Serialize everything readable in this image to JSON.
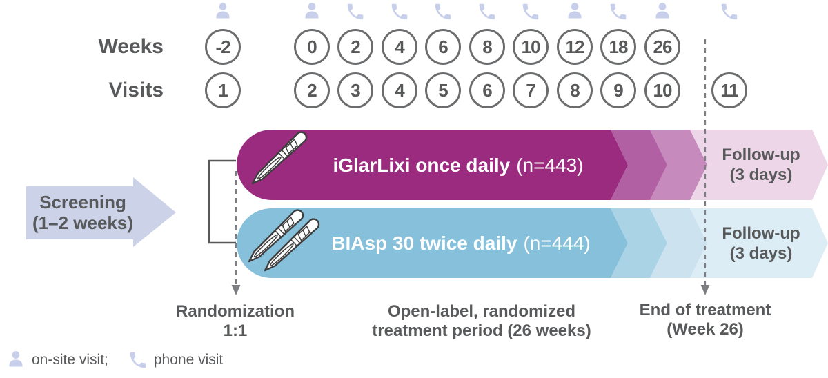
{
  "timeline": {
    "weeks_label": "Weeks",
    "visits_label": "Visits",
    "columns": [
      {
        "week": "-2",
        "visit": "1",
        "icon": "person"
      },
      {
        "week": "0",
        "visit": "2",
        "icon": "person"
      },
      {
        "week": "2",
        "visit": "3",
        "icon": "phone"
      },
      {
        "week": "4",
        "visit": "4",
        "icon": "phone"
      },
      {
        "week": "6",
        "visit": "5",
        "icon": "phone"
      },
      {
        "week": "8",
        "visit": "6",
        "icon": "phone"
      },
      {
        "week": "10",
        "visit": "7",
        "icon": "phone"
      },
      {
        "week": "12",
        "visit": "8",
        "icon": "person"
      },
      {
        "week": "18",
        "visit": "9",
        "icon": "phone"
      },
      {
        "week": "26",
        "visit": "10",
        "icon": "person"
      },
      {
        "week": null,
        "visit": "11",
        "icon": "phone"
      }
    ]
  },
  "screening": {
    "line1": "Screening",
    "line2": "(1–2 weeks)"
  },
  "arms": [
    {
      "label": "iGlarLixi once daily",
      "n_label": "(n=443)",
      "followup_line1": "Follow-up",
      "followup_line2": "(3 days)"
    },
    {
      "label": "BIAsp 30 twice daily",
      "n_label": "(n=444)",
      "followup_line1": "Follow-up",
      "followup_line2": "(3 days)"
    }
  ],
  "annotations": {
    "randomization": [
      "Randomization",
      "1:1"
    ],
    "treatment_period": [
      "Open-label, randomized",
      "treatment period (26 weeks)"
    ],
    "end_of_treatment": [
      "End of treatment",
      "(Week 26)"
    ]
  },
  "legend": {
    "onsite_label": "on-site visit;",
    "phone_label": "phone visit"
  },
  "colors": {
    "text_gray": "#58595b",
    "circle_border": "#6b6c6e",
    "icon_lavender": "#c7cfea",
    "screening_arrow": "#ccd3e9",
    "arm1_solid": "#9b2b7f",
    "arm1_mid": "#b160a3",
    "arm1_light": "#c78abc",
    "arm1_pale": "#ecd6e8",
    "arm2_solid": "#86c0db",
    "arm2_mid": "#aad4e6",
    "arm2_light": "#cce3ef",
    "arm2_pale": "#ddedf5",
    "dashed_line": "#7c7e81",
    "pen_outline": "#3d3d3d"
  }
}
